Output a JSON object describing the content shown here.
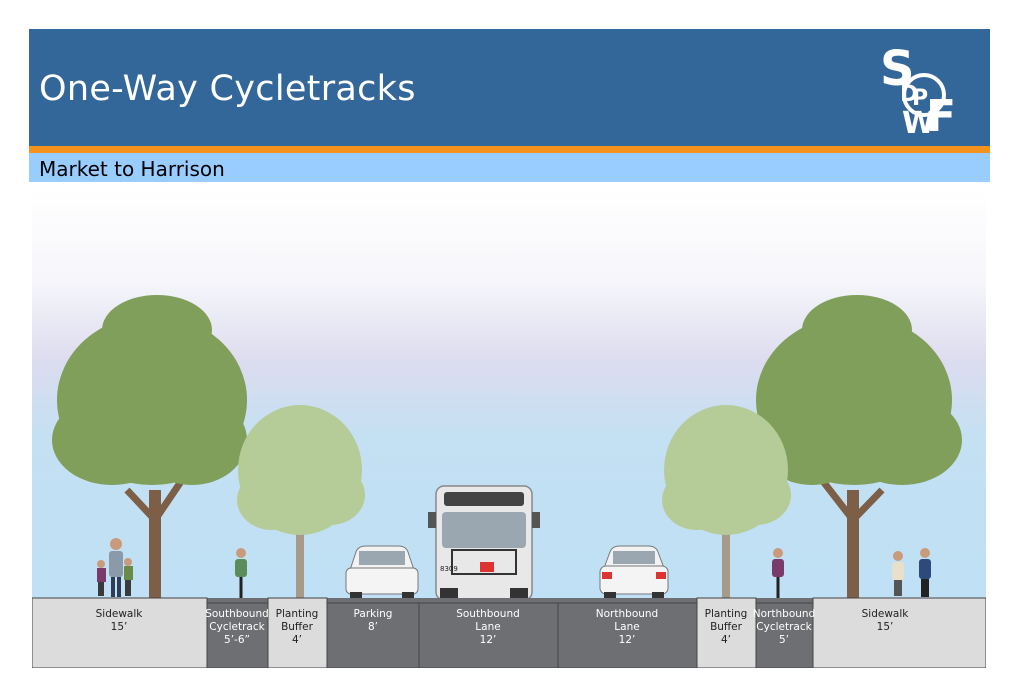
{
  "header": {
    "title": "One-Way Cycletracks",
    "subtitle": "Market to Harrison",
    "logo_text": "SFDPW"
  },
  "colors": {
    "header_blue": "#336699",
    "accent_orange": "#f5921e",
    "subtitle_band": "#99ccff",
    "sidewalk": "#dcdcdc",
    "roadway": "#6d6f73",
    "tree_dark": "#7f9f5a",
    "tree_light": "#b5cc98"
  },
  "segments": [
    {
      "id": "sw-left",
      "name": "Sidewalk",
      "width": "15’",
      "surface": "sidewalk"
    },
    {
      "id": "ct-south",
      "name": "Southbound Cycletrack",
      "width": "5’-6”",
      "surface": "road"
    },
    {
      "id": "pb-left",
      "name": "Planting Buffer",
      "width": "4’",
      "surface": "sidewalk"
    },
    {
      "id": "parking",
      "name": "Parking",
      "width": "8’",
      "surface": "road"
    },
    {
      "id": "lane-south",
      "name": "Southbound Lane",
      "width": "12’",
      "surface": "road"
    },
    {
      "id": "lane-north",
      "name": "Northbound Lane",
      "width": "12’",
      "surface": "road"
    },
    {
      "id": "pb-right",
      "name": "Planting Buffer",
      "width": "4’",
      "surface": "sidewalk"
    },
    {
      "id": "ct-north",
      "name": "Northbound Cycletrack",
      "width": "5’",
      "surface": "road"
    },
    {
      "id": "sw-right",
      "name": "Sidewalk",
      "width": "15’",
      "surface": "sidewalk"
    }
  ],
  "labels": {
    "sw_left": [
      "Sidewalk",
      "15’"
    ],
    "ct_south": [
      "Southbound",
      "Cycletrack",
      "5’-6”"
    ],
    "pb_left": [
      "Planting",
      "Buffer",
      "4’"
    ],
    "parking": [
      "Parking",
      "8’"
    ],
    "lane_south": [
      "Southbound",
      "Lane",
      "12’"
    ],
    "lane_north": [
      "Northbound",
      "Lane",
      "12’"
    ],
    "pb_right": [
      "Planting",
      "Buffer",
      "4’"
    ],
    "ct_north": [
      "Northbound",
      "Cycletrack",
      "5’"
    ],
    "sw_right": [
      "Sidewalk",
      "15’"
    ]
  },
  "icons": [
    "logo-icon",
    "tree-icon",
    "bus-icon",
    "car-icon",
    "cyclist-icon",
    "pedestrian-icon"
  ],
  "bus_number": "8309"
}
